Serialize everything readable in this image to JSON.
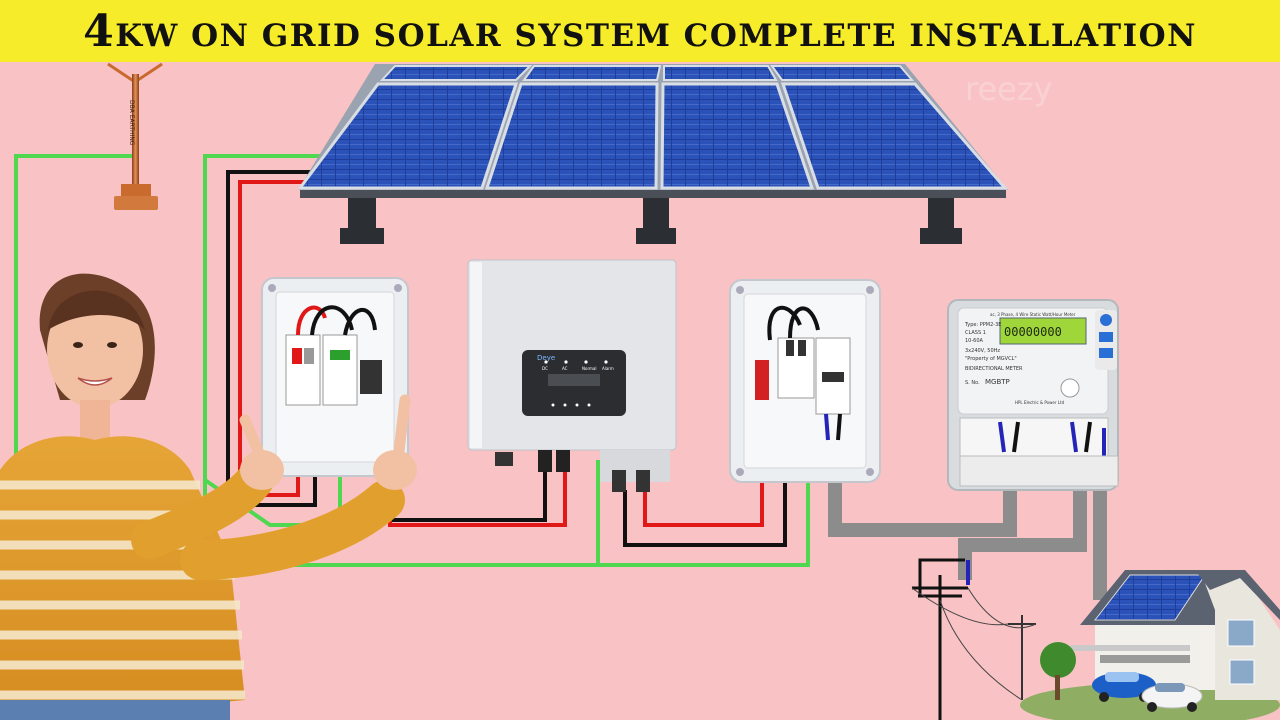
{
  "title": {
    "lead": "4",
    "rest": "KW ON GRID SOLAR SYSTEM COMPLETE INSTALLATION"
  },
  "watermark": "reezy",
  "earthing_label": "DBA EARTHING",
  "inverter": {
    "brand": "Deye",
    "indicators": [
      "DC",
      "AC",
      "Normal",
      "Alarm"
    ]
  },
  "meter": {
    "header": "ac, 3 Phase, 4 Wire Static Watt/Hour Meter",
    "display": "00000000",
    "type": "Type: PPM2-3E",
    "class_text": "CLASS 1",
    "current": "10-60A",
    "voltage": "3x240V, 50Hz",
    "property": "\"Property of MGVCL\"",
    "bidirectional": "BIDIRECTIONAL METER",
    "serial_label": "S. No.",
    "serial": "MGBTP",
    "manufacturer": "HPL Electric & Power Ltd"
  },
  "colors": {
    "background": "#f9c2c4",
    "title_bar": "#f7ec2a",
    "earth_wire": "#4fd84f",
    "dc_positive": "#e01818",
    "dc_negative": "#111111",
    "ac_conduit": "#8c8c8c",
    "copper": "#c96a2e",
    "panel_cell": "#1f3e9a"
  }
}
